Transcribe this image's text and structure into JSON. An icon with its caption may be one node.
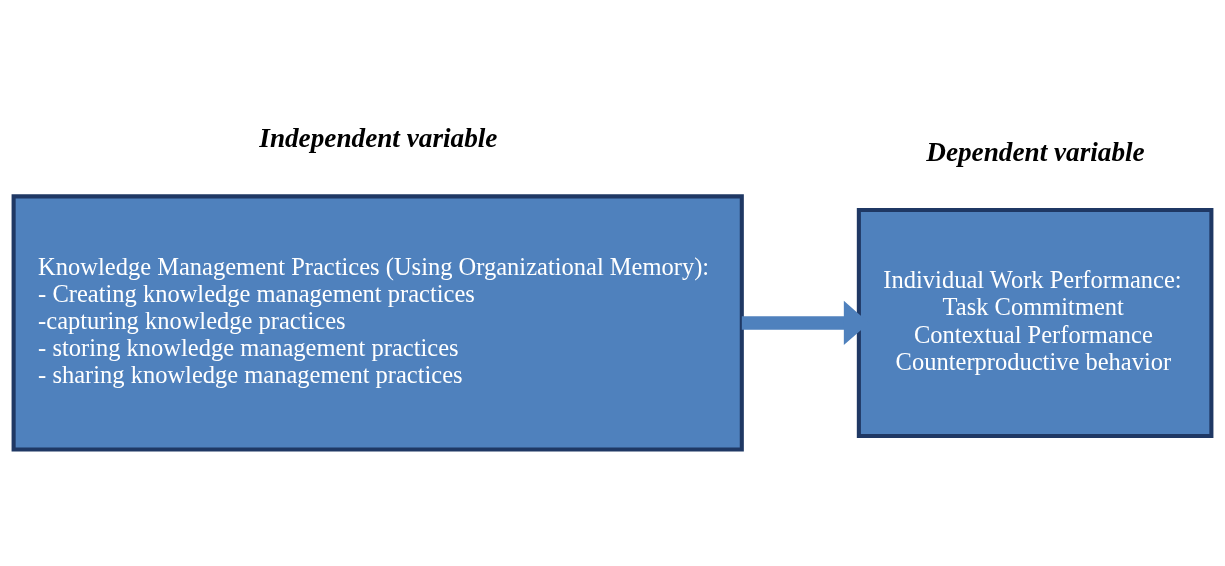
{
  "diagram": {
    "nodes": [
      {
        "text": [
          "Knowledge Management Practices (Using Organizational Memory):",
          "- Creating knowledge management practices",
          "-capturing knowledge practices",
          "- storing knowledge management practices",
          "- sharing knowledge management practices"
        ]
      },
      {
        "text": [
          "Individual Work Performance:",
          "Task Commitment",
          "Contextual Performance",
          "Counterproductive behavior"
        ]
      }
    ],
    "edges": [
      {
        "from": 0,
        "to": 1,
        "arrow": "to"
      }
    ],
    "labels": [
      "Independent variable",
      "Dependent variable"
    ]
  }
}
